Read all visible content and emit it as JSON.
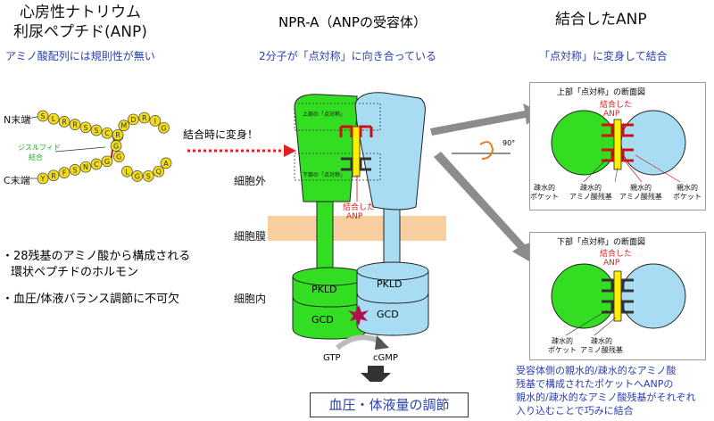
{
  "left": {
    "title_line1": "心房性ナトリウム",
    "title_line2": "利尿ペプチド(ANP)",
    "subtitle": "アミノ酸配列には規則性が無い",
    "n_term": "N末端",
    "c_term": "C末端",
    "disulfide_line1": "ジスルフィド",
    "disulfide_line2": "結合",
    "upper_seq": [
      "S",
      "L",
      "R",
      "R",
      "S",
      "S",
      "C",
      "F",
      "G",
      "G",
      "R",
      "M",
      "D",
      "R",
      "I",
      "G"
    ],
    "lower_seq": [
      "Y",
      "R",
      "F",
      "S",
      "N",
      "C",
      "G",
      "L",
      "G",
      "S",
      "Q",
      "A"
    ],
    "bullet1_line1": "・28残基のアミノ酸から構成される",
    "bullet1_line2": "環状ペプチドのホルモン",
    "bullet2": "・血圧/体液バランス調節に不可欠"
  },
  "middle": {
    "title": "NPR-A（ANPの受容体）",
    "subtitle": "2分子が「点対称」に向き合っている",
    "transform_label": "結合時に変身！",
    "upper_box_label": "上部の「点対称」",
    "lower_box_label": "下部の「点対称」",
    "bound_anp_line1": "結合した",
    "bound_anp_line2": "ANP",
    "extracellular": "細胞外",
    "membrane": "細胞膜",
    "intracellular": "細胞内",
    "pkld": "PKLD",
    "gcd": "GCD",
    "gtp": "GTP",
    "cgmp": "cGMP",
    "result": "血圧・体液量の調節"
  },
  "right": {
    "title": "結合したANP",
    "subtitle": "「点対称」に変身して結合",
    "rotation": "90°",
    "upper_section_title": "上部「点対称」の断面図",
    "lower_section_title": "下部「点対称」の断面図",
    "bound_anp_line1": "結合した",
    "bound_anp_line2": "ANP",
    "hydrophobic_pocket_line1": "疎水的",
    "hydrophobic_pocket_line2": "ポケット",
    "hydrophobic_residue_line1": "疎水的",
    "hydrophobic_residue_line2": "アミノ酸残基",
    "hydrophilic_residue_line1": "親水的",
    "hydrophilic_residue_line2": "アミノ酸残基",
    "hydrophilic_pocket_line1": "親水的",
    "hydrophilic_pocket_line2": "ポケット",
    "footer_line1": "受容体側の親水的/疎水的なアミノ酸",
    "footer_line2": "残基で構成されたポケットへANPの",
    "footer_line3": "親水的/疎水的なアミノ酸残基がそれぞれ",
    "footer_line4": "入り込むことで巧みに結合"
  },
  "colors": {
    "green": "#33dd22",
    "light_blue": "#a8dcf2",
    "yellow": "#ffee00",
    "peptide_yellow": "#f2dc1a",
    "membrane": "#f7cea0",
    "red": "#e02020",
    "blue_text": "#2a3fb0",
    "gray_arrow": "#8c8c8c"
  }
}
